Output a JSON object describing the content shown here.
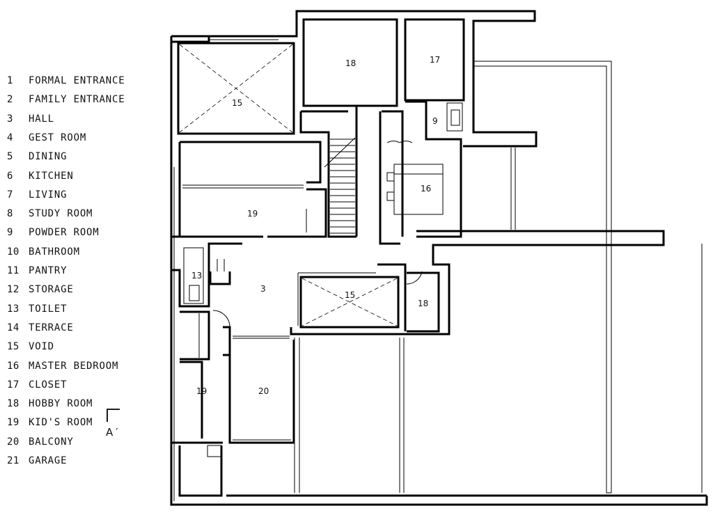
{
  "legend": [
    {
      "num": "1",
      "name": "FORMAL ENTRANCE"
    },
    {
      "num": "2",
      "name": "FAMILY ENTRANCE"
    },
    {
      "num": "3",
      "name": "HALL"
    },
    {
      "num": "4",
      "name": "GEST ROOM"
    },
    {
      "num": "5",
      "name": "DINING"
    },
    {
      "num": "6",
      "name": "KITCHEN"
    },
    {
      "num": "7",
      "name": "LIVING"
    },
    {
      "num": "8",
      "name": "STUDY ROOM"
    },
    {
      "num": "9",
      "name": "POWDER ROOM"
    },
    {
      "num": "10",
      "name": "BATHROOM"
    },
    {
      "num": "11",
      "name": "PANTRY"
    },
    {
      "num": "12",
      "name": "STORAGE"
    },
    {
      "num": "13",
      "name": "TOILET"
    },
    {
      "num": "14",
      "name": "TERRACE"
    },
    {
      "num": "15",
      "name": "VOID"
    },
    {
      "num": "16",
      "name": "MASTER BEDROOM"
    },
    {
      "num": "17",
      "name": "CLOSET"
    },
    {
      "num": "18",
      "name": "HOBBY ROOM"
    },
    {
      "num": "19",
      "name": "KID'S ROOM"
    },
    {
      "num": "20",
      "name": "BALCONY"
    },
    {
      "num": "21",
      "name": "GARAGE"
    }
  ],
  "rooms": {
    "void_top": "15",
    "hobby_top": "18",
    "closet": "17",
    "powder": "9",
    "master": "16",
    "kids_upper": "19",
    "toilet": "13",
    "hall": "3",
    "void_center": "15",
    "hobby_right": "18",
    "kids_lower": "19",
    "balcony": "20"
  },
  "section_marker": {
    "letter": "A",
    "prime": "′"
  }
}
